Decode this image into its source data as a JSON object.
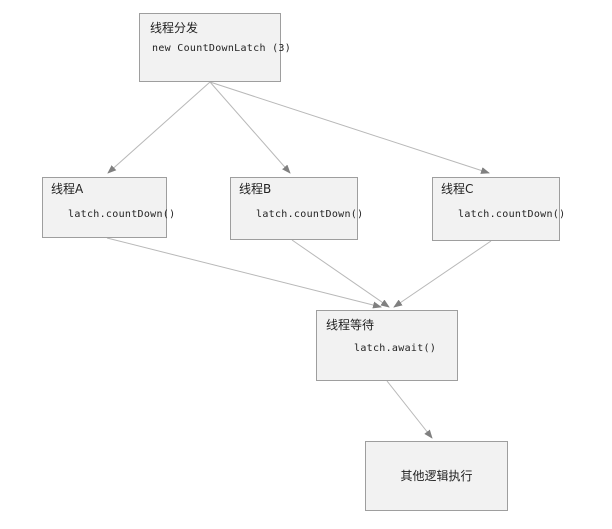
{
  "diagram": {
    "type": "flowchart",
    "colors": {
      "background": "#ffffff",
      "node_fill": "#f2f2f2",
      "node_border": "#9e9e9e",
      "edge_line": "#b8b8b8",
      "arrowhead": "#808080",
      "text": "#222222"
    },
    "nodes": {
      "dispatch": {
        "title": "线程分发",
        "code": "new CountDownLatch (3)"
      },
      "thread_a": {
        "title": "线程A",
        "code": "latch.countDown()"
      },
      "thread_b": {
        "title": "线程B",
        "code": "latch.countDown()"
      },
      "thread_c": {
        "title": "线程C",
        "code": "latch.countDown()"
      },
      "wait": {
        "title": "线程等待",
        "code": "latch.await()"
      },
      "other": {
        "title": "其他逻辑执行"
      }
    },
    "edges": [
      {
        "from": "dispatch",
        "to": "thread_a"
      },
      {
        "from": "dispatch",
        "to": "thread_b"
      },
      {
        "from": "dispatch",
        "to": "thread_c"
      },
      {
        "from": "thread_a",
        "to": "wait"
      },
      {
        "from": "thread_b",
        "to": "wait"
      },
      {
        "from": "thread_c",
        "to": "wait"
      },
      {
        "from": "wait",
        "to": "other"
      }
    ]
  }
}
